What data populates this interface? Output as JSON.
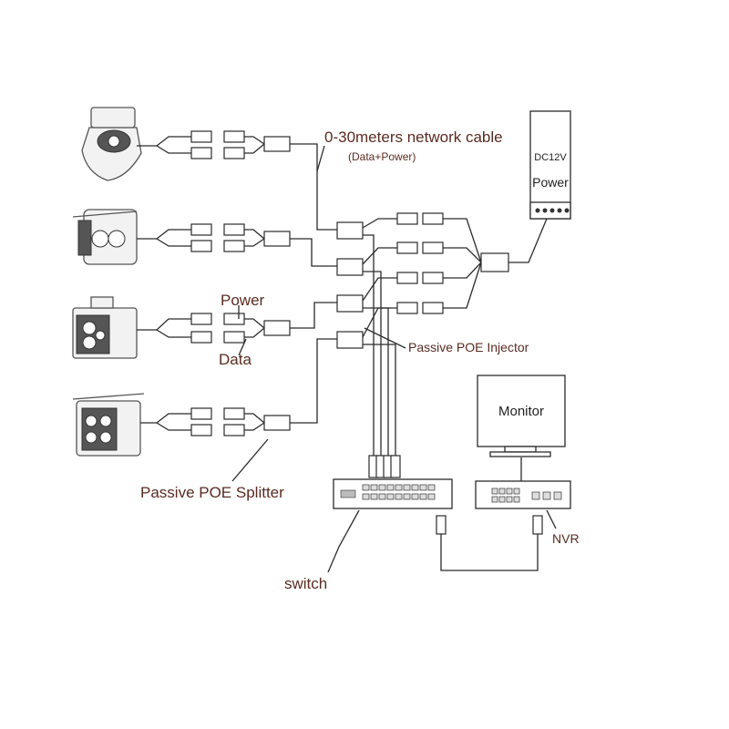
{
  "labels": {
    "cable_title": "0-30meters network cable",
    "cable_subtitle": "(Data+Power)",
    "power": "Power",
    "data": "Data",
    "splitter": "Passive POE Splitter",
    "injector": "Passive POE Injector",
    "switch": "switch",
    "nvr": "NVR"
  },
  "devices": {
    "power_supply": {
      "line1": "DC12V",
      "line2": "Power"
    },
    "monitor": "Monitor"
  },
  "icons": [
    "dome-camera-icon",
    "bullet-camera-icon",
    "box-camera-icon",
    "bullet-camera-icon",
    "power-supply-icon",
    "monitor-icon",
    "switch-icon",
    "nvr-icon",
    "rj45-connector-icon",
    "dc-connector-icon"
  ],
  "colors": {
    "label": "#5a2b22",
    "line": "#2b2b2b"
  }
}
